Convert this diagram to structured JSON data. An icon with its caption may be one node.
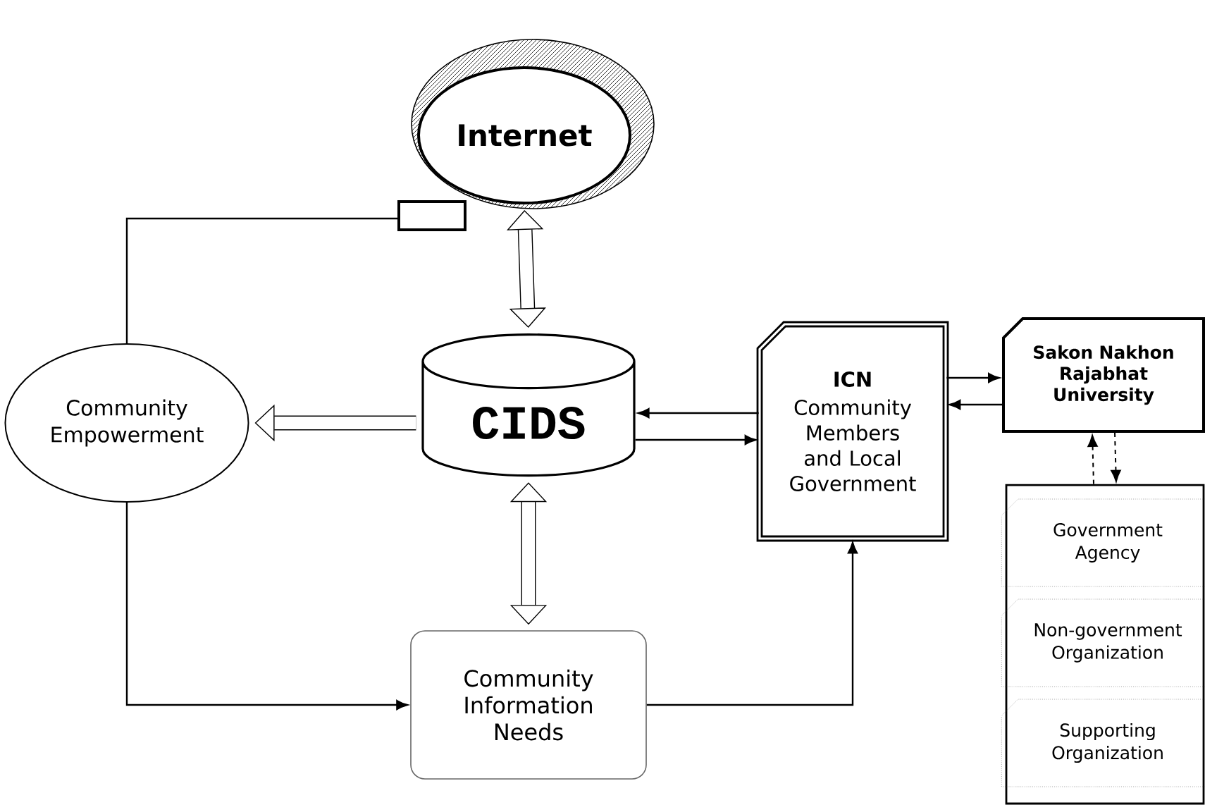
{
  "diagram": {
    "nodes": [
      {
        "text": [
          "Internet"
        ]
      },
      {
        "text": [
          "CIDS"
        ]
      },
      {
        "text": [
          "Community Empowerment"
        ]
      },
      {
        "text": [
          "Community Information Needs"
        ]
      },
      {
        "text": [
          "ICN",
          "Community Members and Local Government"
        ]
      },
      {
        "text": [
          "Sakon Nakhon Rajabhat University"
        ]
      },
      {
        "text": [],
        "shape": "box"
      },
      {
        "text": [
          "Government Agency"
        ],
        "in": 6
      },
      {
        "text": [
          "Non-government Organization"
        ],
        "in": 6
      },
      {
        "text": [
          "Supporting Organization"
        ],
        "in": 6
      }
    ],
    "edges": [
      {
        "from": 0,
        "to": 1,
        "arrow": "both",
        "style": "thick"
      },
      {
        "from": 1,
        "to": 2,
        "arrow": "to",
        "style": "thick"
      },
      {
        "from": 1,
        "to": 3,
        "arrow": "both",
        "style": "thick"
      },
      {
        "from": 2,
        "to": 0,
        "arrow": "none"
      },
      {
        "from": 2,
        "to": 3,
        "arrow": "to"
      },
      {
        "from": 1,
        "to": 4,
        "arrow": "to"
      },
      {
        "from": 4,
        "to": 1,
        "arrow": "to"
      },
      {
        "from": 3,
        "to": 4,
        "arrow": "to"
      },
      {
        "from": 4,
        "to": 5,
        "arrow": "to"
      },
      {
        "from": 5,
        "to": 4,
        "arrow": "to"
      },
      {
        "from": 6,
        "to": 5,
        "arrow": "to",
        "style": "dashed"
      },
      {
        "from": 5,
        "to": 6,
        "arrow": "to",
        "style": "dashed"
      }
    ]
  }
}
